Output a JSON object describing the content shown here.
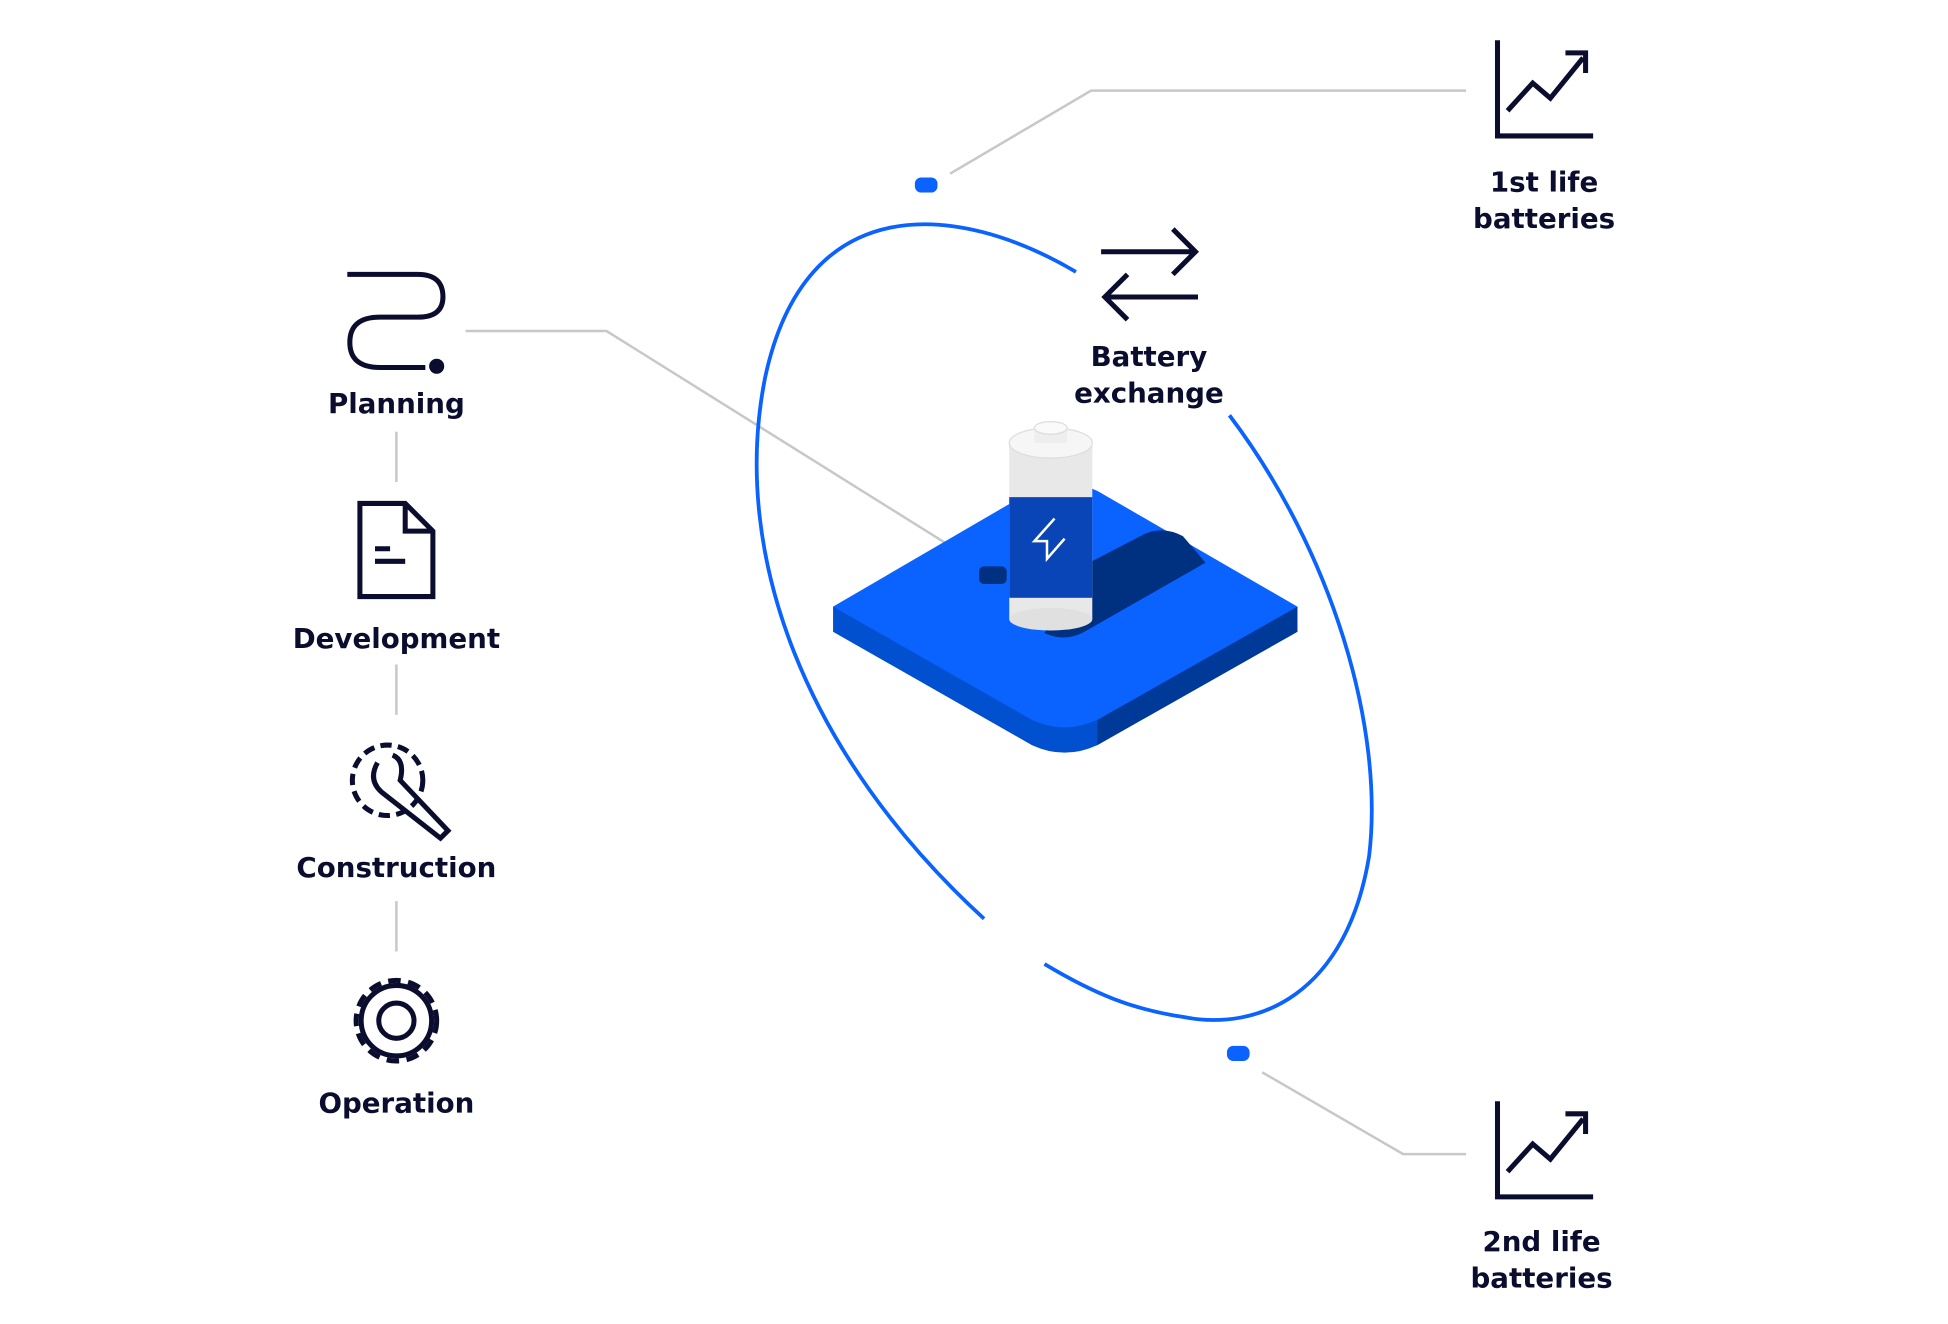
{
  "stages": [
    {
      "label": "Planning",
      "icon": "route-icon"
    },
    {
      "label": "Development",
      "icon": "document-icon"
    },
    {
      "label": "Construction",
      "icon": "gear-wrench-icon"
    },
    {
      "label": "Operation",
      "icon": "gear-icon"
    }
  ],
  "center": {
    "label_line1": "Battery",
    "label_line2": "exchange",
    "icon": "swap-arrows-icon"
  },
  "first_life": {
    "line1": "1st life",
    "line2": "batteries",
    "icon": "growth-chart-icon"
  },
  "second_life": {
    "line1": "2nd life",
    "line2": "batteries",
    "icon": "growth-chart-icon"
  },
  "colors": {
    "accent": "#0a62ff",
    "dark_blue": "#003080",
    "ink": "#0b0d2e",
    "connector": "#c8c8c8"
  }
}
